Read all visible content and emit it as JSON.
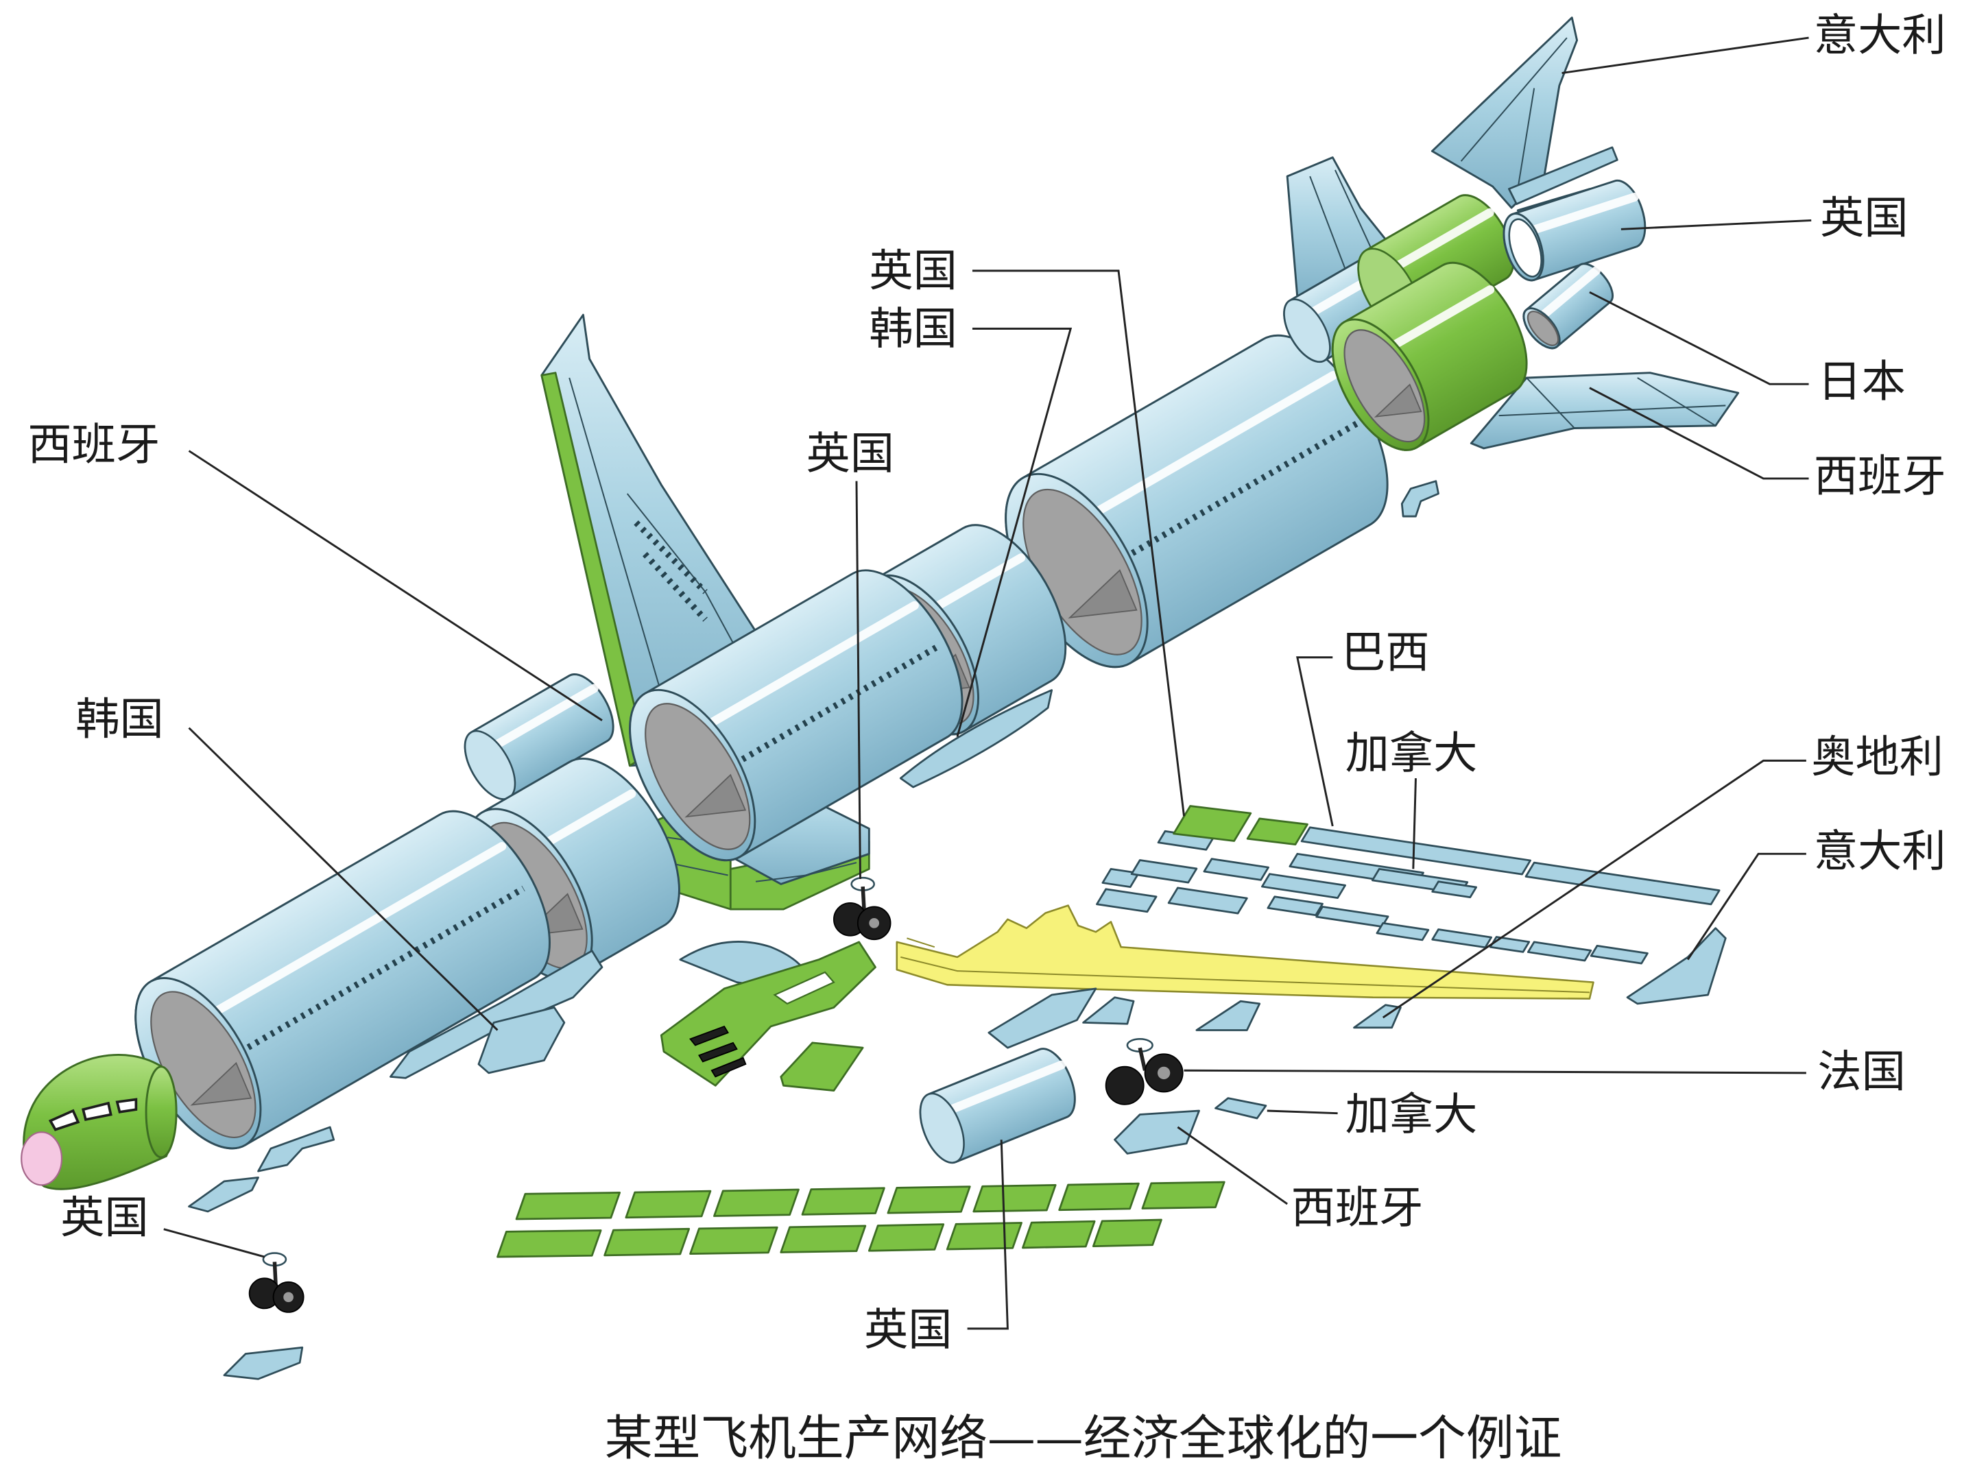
{
  "labels": [
    "意大利",
    "英国",
    "英国",
    "韩国",
    "日本",
    "西班牙",
    "英国",
    "西班牙",
    "巴西",
    "韩国",
    "加拿大",
    "奥地利",
    "意大利",
    "法国",
    "加拿大",
    "西班牙",
    "英国",
    "英国"
  ],
  "caption": "某型飞机生产网络——经济全球化的一个例证",
  "colors": {
    "part_blue": "#a9d2e2",
    "part_green": "#7cc143",
    "spar_yellow": "#f6f27a",
    "interior_grey": "#a2a2a2",
    "nose_pink": "#f5c8e2",
    "outline": "#2f4d59",
    "label_text": "#1a1a1a"
  }
}
